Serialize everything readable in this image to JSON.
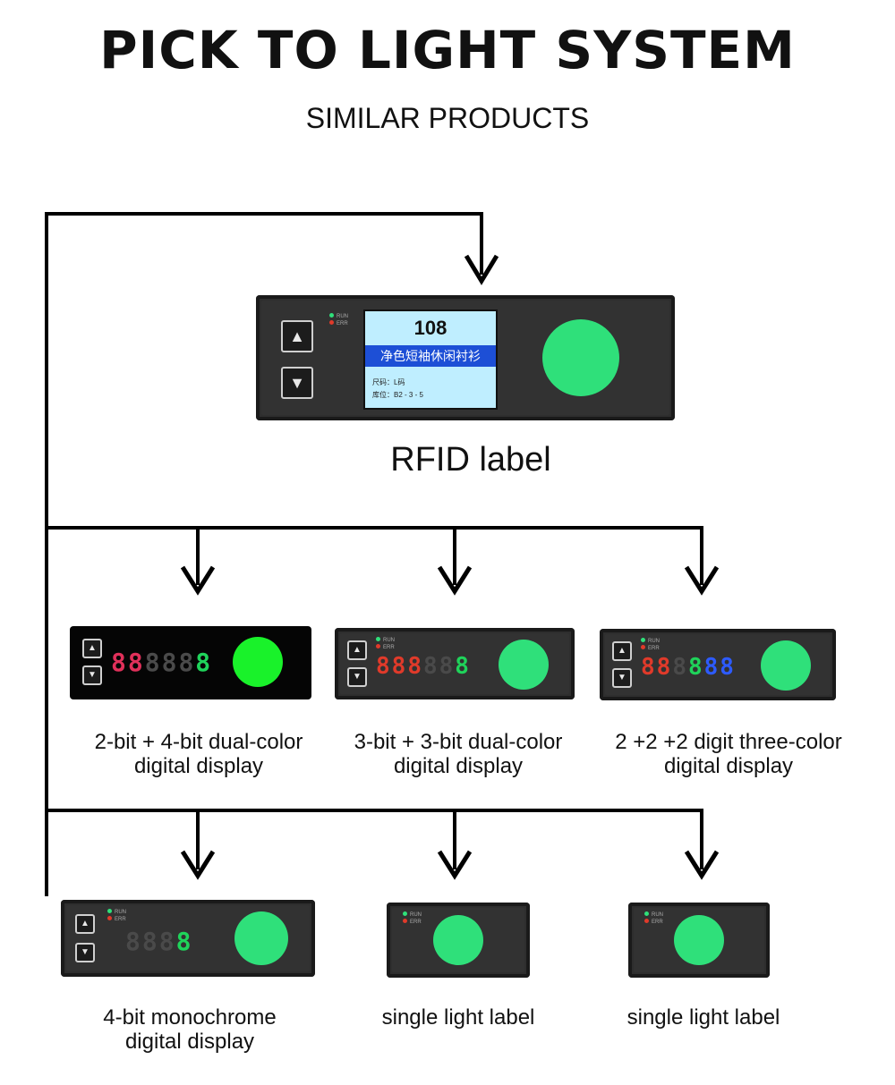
{
  "header": {
    "title": "PICK TO LIGHT SYSTEM",
    "subtitle": "SIMILAR PRODUCTS"
  },
  "colors": {
    "line": "#000000",
    "device_body": "#2e2e2e",
    "green_light": "#2fe07a",
    "bright_green_light": "#19f22a",
    "screen_bg": "#bfeeff",
    "screen_bar": "#1d4fd6",
    "digit_red": "#e03a2a",
    "digit_pink": "#e0305a",
    "digit_green": "#1fd35a",
    "digit_blue": "#2d5bff",
    "digit_off": "#4a4a4a"
  },
  "rfid": {
    "leds": {
      "run": "RUN",
      "err": "ERR"
    },
    "screen": {
      "number": "108",
      "product_name": "净色短袖休闲衬衫",
      "size_line": "尺码：L码",
      "location_line": "库位：B2 - 3 - 5"
    },
    "caption": "RFID label",
    "icons": {
      "up": "up-arrow-icon",
      "down": "down-arrow-icon"
    }
  },
  "products_row1": [
    {
      "caption_line1": "2-bit + 4-bit dual-color",
      "caption_line2": "digital display",
      "digits": "888888"
    },
    {
      "caption_line1": "3-bit + 3-bit dual-color",
      "caption_line2": "digital display",
      "digits": "888888",
      "leds": {
        "run": "RUN",
        "err": "ERR"
      }
    },
    {
      "caption_line1": "2 +2 +2 digit three-color",
      "caption_line2": "digital display",
      "digits": "888888",
      "leds": {
        "run": "RUN",
        "err": "ERR"
      }
    }
  ],
  "products_row2": [
    {
      "caption_line1": "4-bit monochrome",
      "caption_line2": "digital display",
      "digits": "8888",
      "leds": {
        "run": "RUN",
        "err": "ERR"
      }
    },
    {
      "caption_line1": "single light label",
      "leds": {
        "run": "RUN",
        "err": "ERR"
      }
    },
    {
      "caption_line1": "single light label",
      "leds": {
        "run": "RUN",
        "err": "ERR"
      }
    }
  ]
}
